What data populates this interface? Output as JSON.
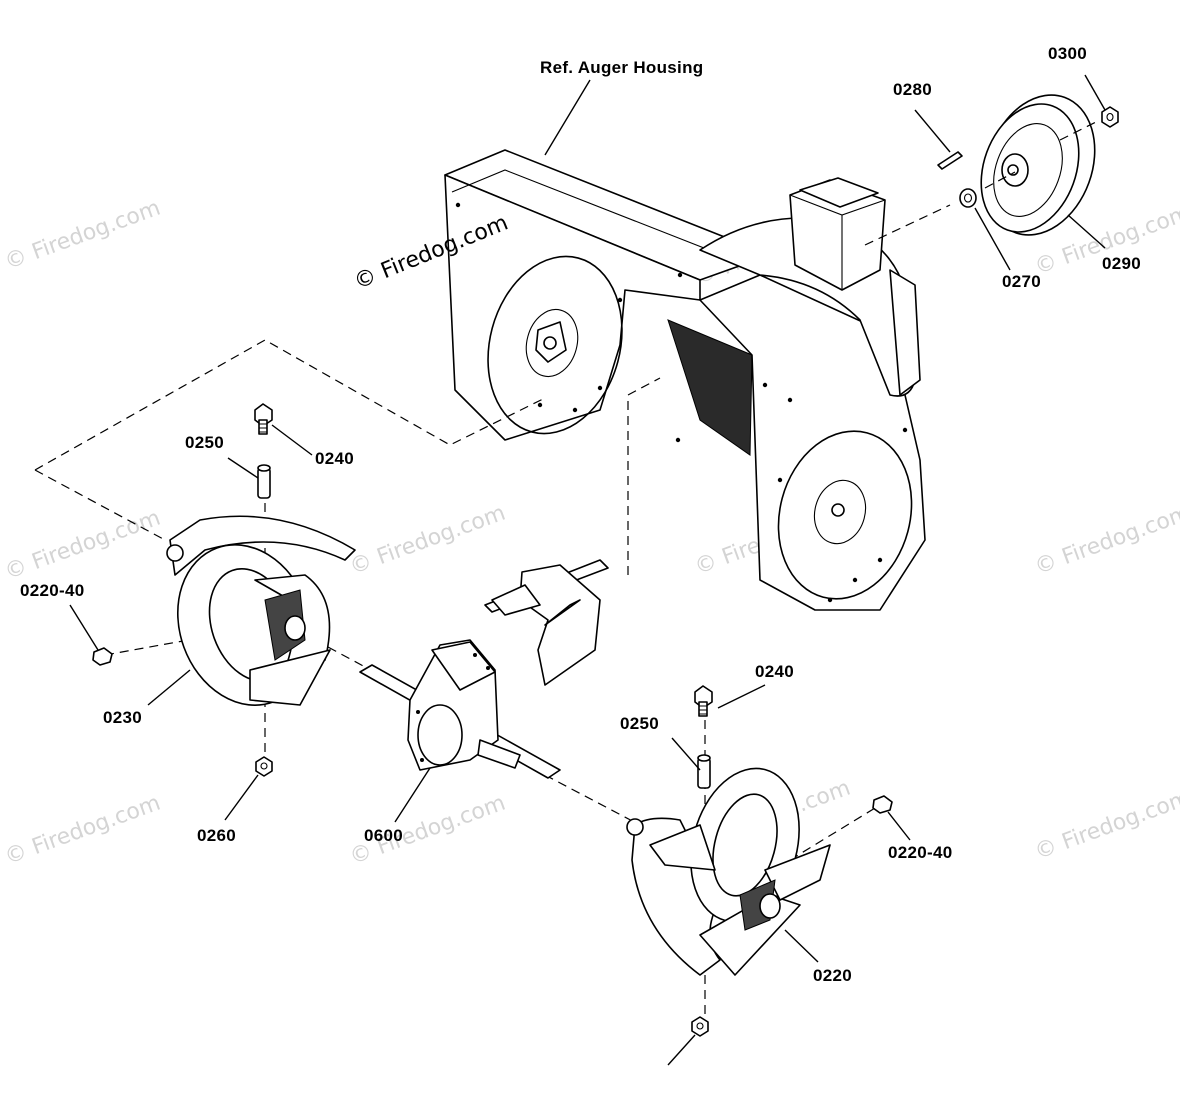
{
  "reference": {
    "auger_housing": "Ref. Auger Housing"
  },
  "copyright": "© Firedog.com",
  "watermark": "© Firedog.com",
  "parts": {
    "p0220": "0220",
    "p0220_40_left": "0220-40",
    "p0220_40_right": "0220-40",
    "p0230": "0230",
    "p0240_left": "0240",
    "p0240_right": "0240",
    "p0250_left": "0250",
    "p0250_right": "0250",
    "p0260": "0260",
    "p0270": "0270",
    "p0280": "0280",
    "p0290": "0290",
    "p0300": "0300",
    "p0600": "0600"
  }
}
